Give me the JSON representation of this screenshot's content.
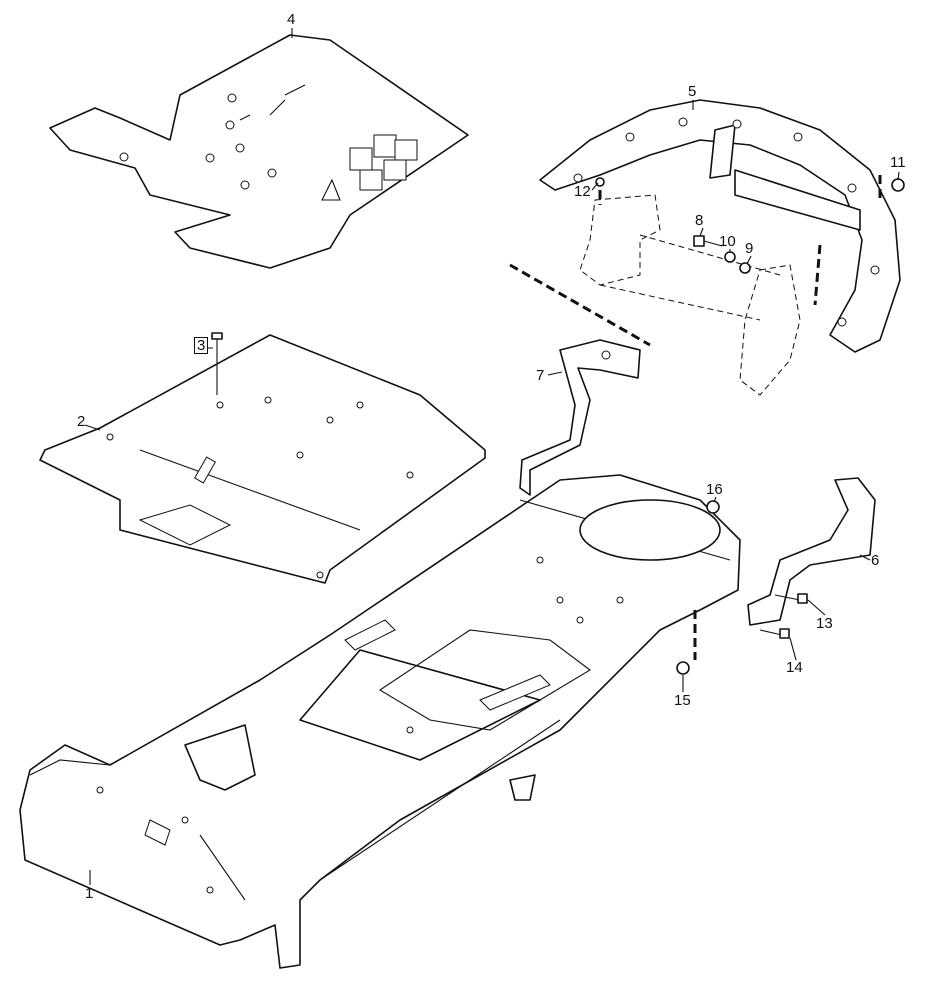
{
  "diagram": {
    "type": "exploded-parts-view",
    "callouts": [
      "1",
      "2",
      "3",
      "4",
      "5",
      "6",
      "7",
      "8",
      "9",
      "10",
      "11",
      "12",
      "13",
      "14",
      "15",
      "16"
    ],
    "line_color": "#111111",
    "background": "#ffffff"
  }
}
